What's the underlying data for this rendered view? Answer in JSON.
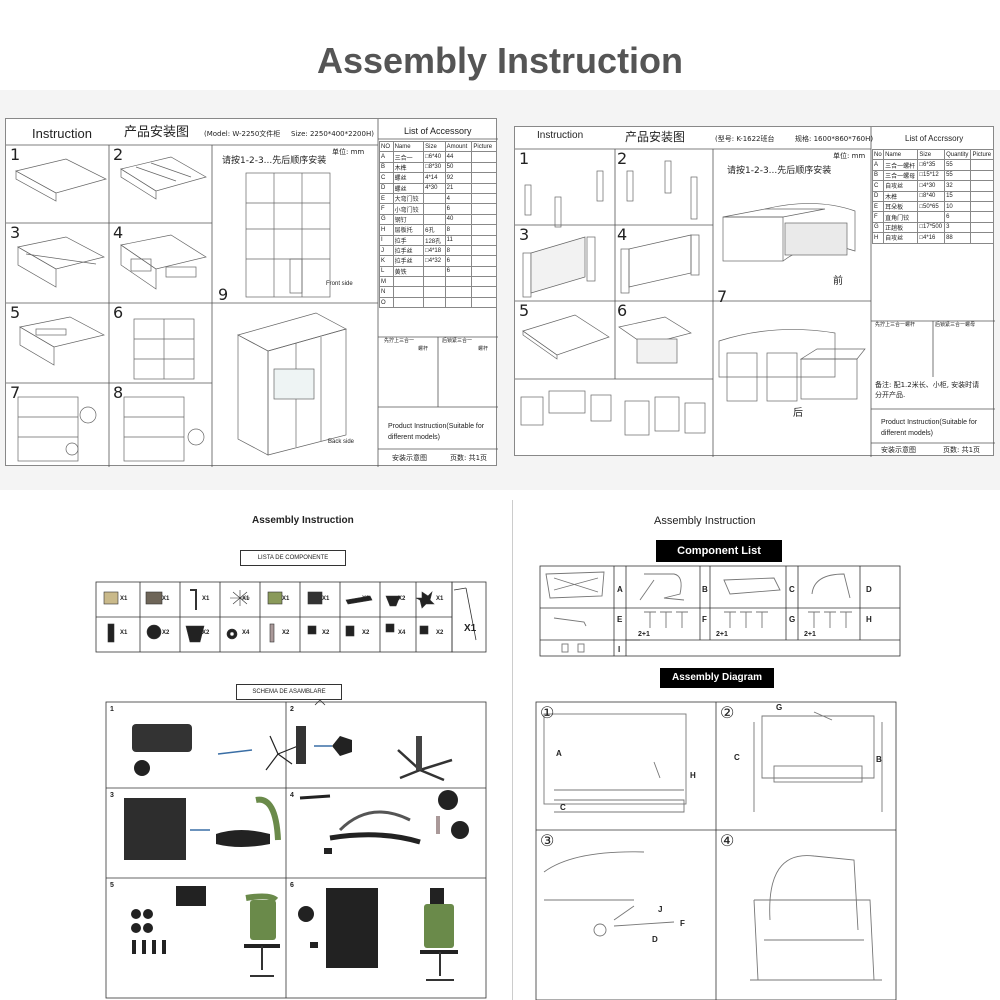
{
  "page": {
    "title": "Assembly Instruction"
  },
  "sheet1": {
    "header": "Instruction",
    "cn_title": "产品安装图",
    "model": "(Model: W-2250文件柜",
    "size": "Size: 2250*400*2200H)",
    "unit": "单位: mm",
    "sequence_note": "请按1-2-3...先后顺序安装",
    "front_label": "Front side",
    "back_label": "Back side",
    "accessory_title": "List of Accessory",
    "acc_headers": [
      "NO",
      "Name",
      "Size",
      "Amount",
      "Picture"
    ],
    "acc_rows": [
      [
        "A",
        "三合一",
        "□6*40",
        "44"
      ],
      [
        "B",
        "木榫",
        "□8*30",
        "50"
      ],
      [
        "C",
        "螺丝",
        "4*14",
        "92"
      ],
      [
        "D",
        "螺丝",
        "4*30",
        "21"
      ],
      [
        "E",
        "大弯门铰",
        "",
        "4"
      ],
      [
        "F",
        "小弯门铰",
        "",
        "6"
      ],
      [
        "G",
        "钢钉",
        "",
        "40"
      ],
      [
        "H",
        "层板托",
        "6孔",
        "8"
      ],
      [
        "I",
        "拉手",
        "128孔",
        "11"
      ],
      [
        "J",
        "拉手丝",
        "□4*18",
        "8"
      ],
      [
        "K",
        "拉手丝",
        "□4*32",
        "6"
      ],
      [
        "L",
        "黄铁",
        "",
        "6"
      ],
      [
        "M",
        "",
        "",
        ""
      ],
      [
        "N",
        "",
        "",
        ""
      ],
      [
        "O",
        "",
        "",
        ""
      ]
    ],
    "diag_label_left": "先拧上三合一",
    "diag_label_left2": "螺杆",
    "diag_label_right": "后锁紧三合一",
    "diag_label_right2": "螺杆",
    "product_instruction": "Product Instruction(Suitable for different models)",
    "footer_left": "安装示意图",
    "footer_right": "页数: 共1页",
    "steps": [
      "1",
      "2",
      "3",
      "4",
      "5",
      "6",
      "7",
      "8",
      "9"
    ]
  },
  "sheet2": {
    "header": "Instruction",
    "cn_title": "产品安装图",
    "model": "(型号: K-1622班台",
    "size": "规格: 1600*860*760H)",
    "unit": "单位: mm",
    "sequence_note": "请按1-2-3...先后顺序安装",
    "front_label": "前",
    "back_label": "后",
    "accessory_title": "List of Accrssory",
    "acc_headers": [
      "No",
      "Name",
      "Size",
      "Quantity",
      "Picture"
    ],
    "acc_rows": [
      [
        "A",
        "三合一螺杆",
        "□6*35",
        "55"
      ],
      [
        "B",
        "三合一螺母",
        "□15*12",
        "55"
      ],
      [
        "C",
        "自攻丝",
        "□4*30",
        "32"
      ],
      [
        "D",
        "木榫",
        "□8*40",
        "15"
      ],
      [
        "E",
        "耳朵板",
        "□50*65",
        "10"
      ],
      [
        "F",
        "直角门铰",
        "",
        "6"
      ],
      [
        "G",
        "正趟板",
        "□17*500",
        "3"
      ],
      [
        "H",
        "自攻丝",
        "□4*16",
        "88"
      ]
    ],
    "diag_label_left": "先拧上三合一螺杆",
    "diag_label_right": "后锁紧三合一螺母",
    "note": "备注: 配1.2米长、小柜, 安装时请分开产品.",
    "product_instruction": "Product Instruction(Suitable for different models)",
    "footer_left": "安装示意图",
    "footer_right": "页数: 共1页",
    "steps": [
      "1",
      "2",
      "3",
      "4",
      "5",
      "6",
      "7"
    ]
  },
  "chair1": {
    "title": "Assembly Instruction",
    "component_header": "LISTA DE COMPONENTE",
    "component_counts": [
      "X1",
      "X1",
      "X1",
      "X1",
      "X1",
      "X1",
      "X2",
      "X2",
      "X1",
      "X1",
      "X2",
      "X2",
      "X4",
      "X2",
      "X2",
      "X2",
      "X4",
      "X2",
      "X1"
    ],
    "schema_header": "SCHEMA DE ASAMBLARE",
    "steps": [
      "1",
      "2",
      "3",
      "4",
      "5",
      "6"
    ]
  },
  "chair2": {
    "title": "Assembly Instruction",
    "component_header": "Component List",
    "component_letters": [
      "A",
      "B",
      "C",
      "D",
      "E",
      "F",
      "G",
      "H",
      "I"
    ],
    "screw_counts": [
      "2+1",
      "2+1",
      "2+1"
    ],
    "diagram_header": "Assembly Diagram",
    "steps": [
      "①",
      "②",
      "③",
      "④"
    ],
    "callouts": [
      "A",
      "H",
      "C",
      "G",
      "C",
      "B",
      "J",
      "F",
      "D"
    ]
  },
  "colors": {
    "title": "#555555",
    "band": "#f4f4f4",
    "line": "#888888",
    "chair_green": "#6a8a4a"
  }
}
